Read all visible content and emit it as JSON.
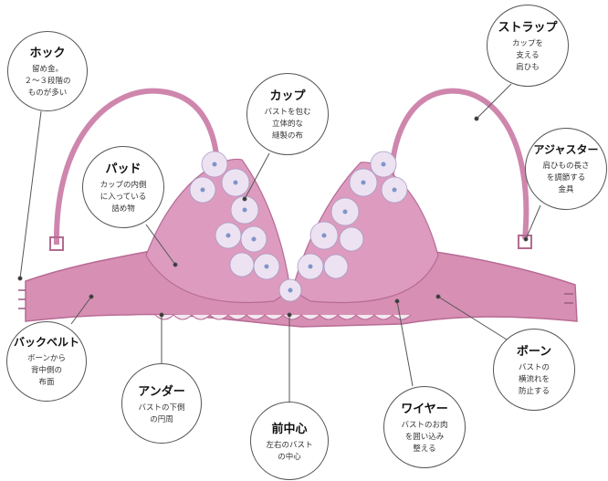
{
  "labels": {
    "hook": {
      "title": "ホック",
      "lines": [
        "留め金。",
        "２～３段階の",
        "ものが多い"
      ]
    },
    "cup": {
      "title": "カップ",
      "lines": [
        "バストを包む",
        "立体的な",
        "縫製の布"
      ]
    },
    "strap": {
      "title": "ストラップ",
      "lines": [
        "カップを",
        "支える",
        "肩ひも"
      ]
    },
    "pad": {
      "title": "パッド",
      "lines": [
        "カップの内側",
        "に入っている",
        "詰め物"
      ]
    },
    "adjuster": {
      "title": "アジャスター",
      "lines": [
        "肩ひもの長さ",
        "を調節する",
        "金具"
      ]
    },
    "backbelt": {
      "title": "バックベルト",
      "lines": [
        "ボーンから",
        "背中側の",
        "布面"
      ]
    },
    "under": {
      "title": "アンダー",
      "lines": [
        "バストの下側",
        "の円周"
      ]
    },
    "center": {
      "title": "前中心",
      "lines": [
        "左右のバスト",
        "の中心"
      ]
    },
    "wire": {
      "title": "ワイヤー",
      "lines": [
        "バストのお肉",
        "を囲い込み",
        "整える"
      ]
    },
    "bone": {
      "title": "ボーン",
      "lines": [
        "バストの",
        "横流れを",
        "防止する"
      ]
    }
  },
  "colors": {
    "band": "#d78fb4",
    "lace": "#e8dcef",
    "flower_center": "#7f95c9",
    "line": "#555555"
  }
}
